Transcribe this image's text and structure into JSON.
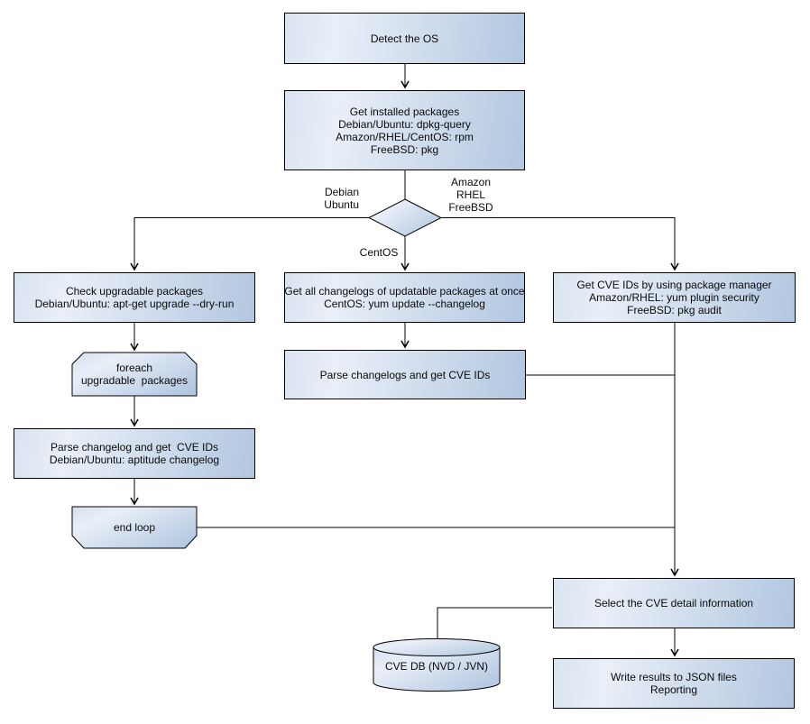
{
  "nodes": {
    "detect_os": {
      "text": "Detect the OS"
    },
    "get_installed": {
      "text": "Get installed packages\nDebian/Ubuntu: dpkg-query\nAmazon/RHEL/CentOS: rpm\nFreeBSD: pkg"
    },
    "check_upgradable": {
      "text": "Check upgradable packages\nDebian/Ubuntu: apt-get upgrade --dry-run"
    },
    "get_all_changelogs": {
      "text": "Get all changelogs of updatable packages at once\nCentOS: yum update --changelog"
    },
    "get_cve_ids": {
      "text": "Get CVE IDs by using package manager\nAmazon/RHEL: yum plugin security\nFreeBSD: pkg audit"
    },
    "foreach_loop": {
      "text": "foreach\nupgradable  packages"
    },
    "parse_changelog_deb": {
      "text": "Parse changelog and get  CVE IDs\nDebian/Ubuntu: aptitude changelog"
    },
    "end_loop": {
      "text": "end loop"
    },
    "parse_changelogs": {
      "text": "Parse changelogs and get CVE IDs"
    },
    "select_cve_detail": {
      "text": "Select the CVE detail information"
    },
    "write_results": {
      "text": "Write results to JSON files\nReporting"
    },
    "cve_db": {
      "text": "CVE DB (NVD / JVN)"
    }
  },
  "edge_labels": {
    "debian_ubuntu": "Debian\nUbuntu",
    "amazon_rhel_freebsd": "Amazon\nRHEL\nFreeBSD",
    "centos": "CentOS"
  },
  "colors": {
    "node_fill_light": "#e9eff8",
    "node_fill_mid": "#d9e3f0",
    "node_fill_dark": "#b2c7e0",
    "node_border": "#000000",
    "connector": "#000000",
    "background": "#ffffff"
  }
}
